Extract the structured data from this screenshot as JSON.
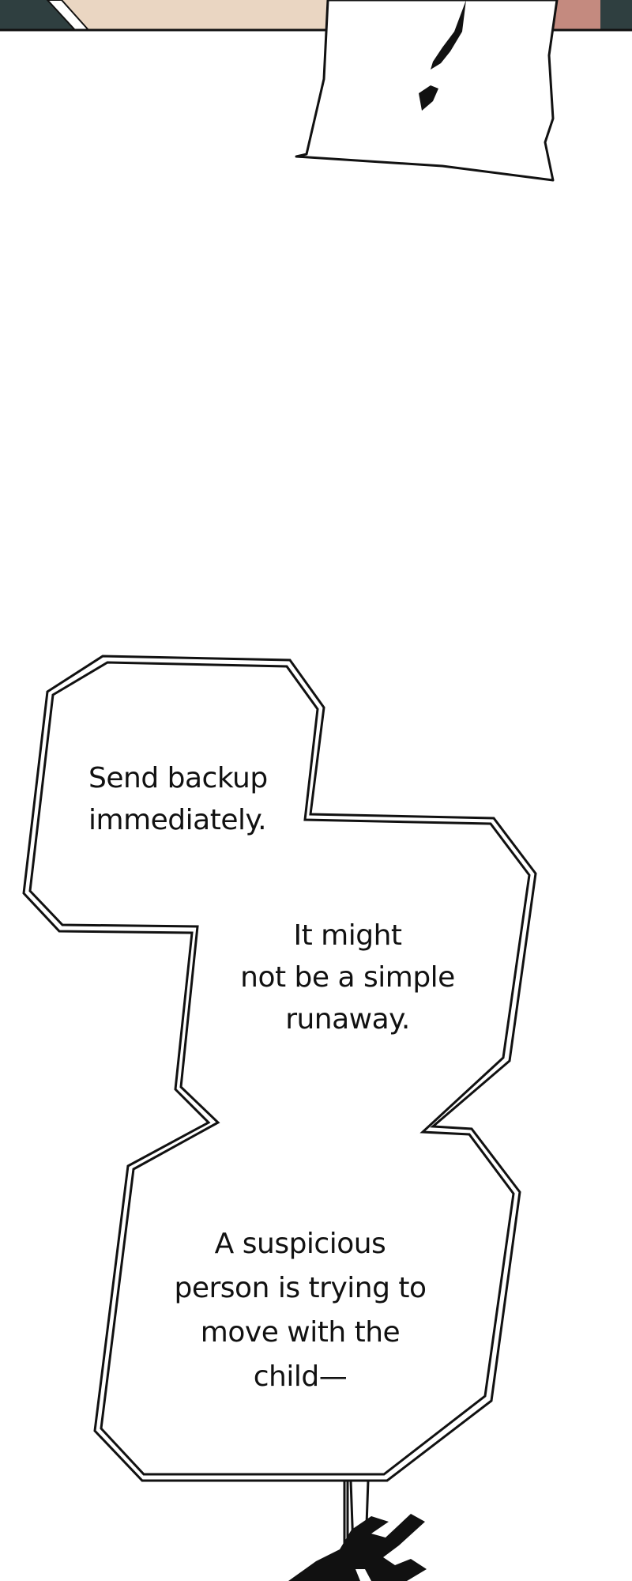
{
  "panel": {
    "colors": {
      "background": "#ffffff",
      "ink": "#111111",
      "top_strip_teal": "#2f3f40",
      "top_strip_skin": "#ead6c2",
      "top_strip_pink": "#c48a7f"
    }
  },
  "speech_bubble": {
    "line_1": "Send backup\nimmediately.",
    "line_2": "It might\nnot be a simple\nrunaway.",
    "line_3": "A suspicious\nperson is trying to\nmove with the\nchild—"
  }
}
